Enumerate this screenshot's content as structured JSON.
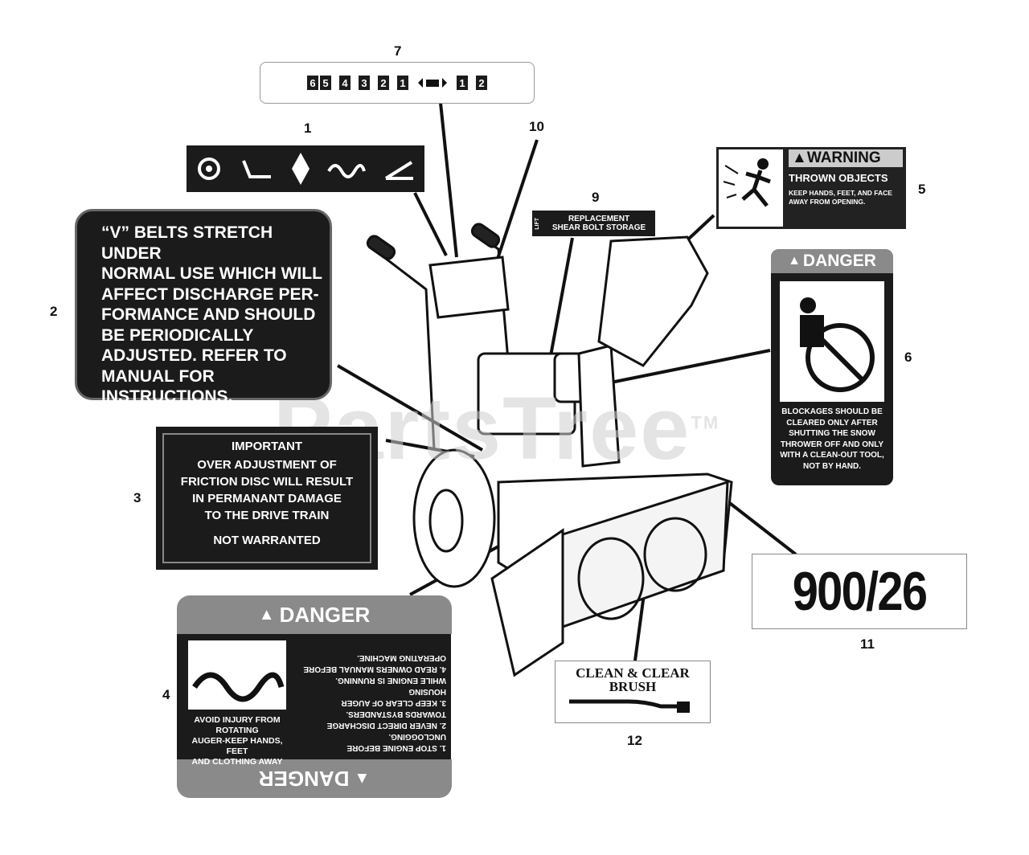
{
  "watermark": {
    "text": "PartsTree",
    "tm": "TM"
  },
  "callouts": [
    "1",
    "2",
    "3",
    "4",
    "5",
    "6",
    "7",
    "9",
    "10",
    "11",
    "12"
  ],
  "decal7": {
    "keys": [
      "6",
      "5",
      "4",
      "3",
      "2",
      "1",
      "1",
      "2"
    ]
  },
  "decal2": {
    "lines": [
      "“V” BELTS STRETCH UNDER",
      "NORMAL USE WHICH WILL",
      "AFFECT DISCHARGE PER-",
      "FORMANCE AND SHOULD",
      "BE PERIODICALLY",
      "ADJUSTED. REFER TO",
      "MANUAL FOR",
      "INSTRUCTIONS."
    ]
  },
  "decal3": {
    "title": "IMPORTANT",
    "lines": [
      "OVER ADJUSTMENT OF",
      "FRICTION DISC WILL RESULT",
      "IN PERMANANT DAMAGE",
      "TO THE DRIVE TRAIN"
    ],
    "footer": "NOT WARRANTED"
  },
  "decal4": {
    "header": "DANGER",
    "footer": "DANGER",
    "left_caption": [
      "AVOID INJURY FROM ROTATING",
      "AUGER-KEEP HANDS, FEET",
      "AND CLOTHING AWAY"
    ],
    "steps": [
      "1. STOP ENGINE BEFORE UNCLOGGING.",
      "2. NEVER DIRECT DISCHARGE",
      "TOWARDS BYSTANDERS.",
      "3. KEEP CLEAR OF AUGER HOUSING",
      "WHILE ENGINE IS RUNNING.",
      "4. READ OWNERS MANUAL BEFORE",
      "OPERATING MACHINE."
    ]
  },
  "decal5": {
    "header": "WARNING",
    "title": "THROWN OBJECTS",
    "lines": [
      "KEEP HANDS, FEET, AND FACE",
      "AWAY FROM OPENING."
    ]
  },
  "decal6": {
    "header": "DANGER",
    "lines": [
      "BLOCKAGES SHOULD BE",
      "CLEARED ONLY AFTER",
      "SHUTTING THE SNOW",
      "THROWER OFF AND  ONLY",
      "WITH A CLEAN-OUT  TOOL,",
      "NOT BY HAND."
    ]
  },
  "decal9": {
    "side": "LIFT",
    "lines": [
      "REPLACEMENT",
      "SHEAR BOLT STORAGE"
    ]
  },
  "decal11": {
    "text": "900/26"
  },
  "decal12": {
    "lines": [
      "CLEAN & CLEAR",
      "BRUSH"
    ]
  },
  "colors": {
    "decal_dark": "#1b1b1b",
    "danger_gray": "#8a8a8a",
    "border": "#888888"
  },
  "icons": [
    "wheel-icon",
    "drive-lever-icon",
    "diamond-icon",
    "auger-icon",
    "chute-lever-icon",
    "person-thrown-objects-icon",
    "hand-in-chute-icon",
    "auger-hand-icon",
    "brush-tool-icon"
  ]
}
